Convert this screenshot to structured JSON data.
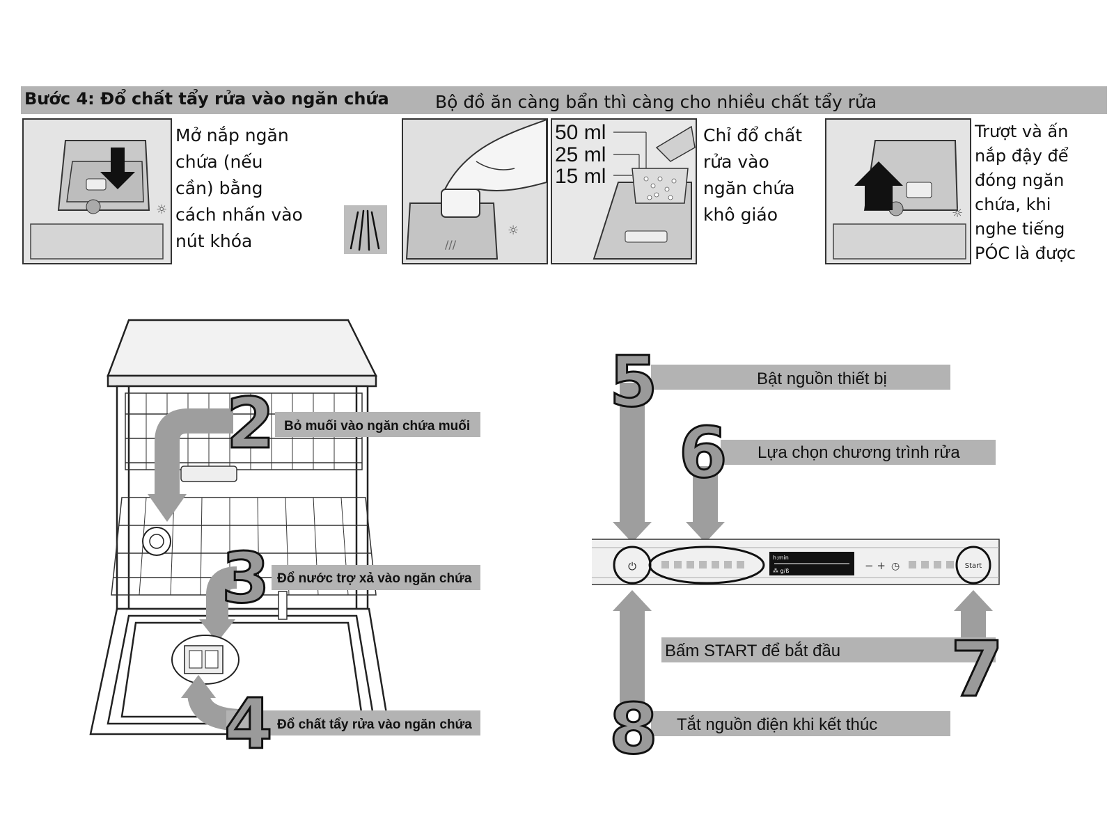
{
  "step4": {
    "title": "Bước 4: Đổ chất tẩy rửa vào ngăn chứa",
    "subtitle": "Bộ đồ ăn càng bẩn thì càng cho nhiều chất tẩy rửa",
    "panel1_lines": [
      "Mở nắp ngăn",
      "chứa (nếu",
      "cần) bằng",
      "cách nhấn vào",
      "nút khóa"
    ],
    "panel2_doses": [
      "50 ml",
      "25 ml",
      "15 ml"
    ],
    "panel2_lines": [
      "Chỉ đổ chất",
      "rửa vào",
      "ngăn chứa",
      "khô giáo"
    ],
    "panel3_lines": [
      "Trượt và ấn",
      "nắp đậy để",
      "đóng ngăn",
      "chứa, khi",
      "nghe tiếng",
      "PÓC là được"
    ]
  },
  "dishwasher": {
    "steps": [
      {
        "number": "2",
        "label": "Bỏ muối vào ngăn chứa muối"
      },
      {
        "number": "3",
        "label": "Đổ nước trợ xả vào ngăn chứa"
      },
      {
        "number": "4",
        "label": "Đổ chất tẩy rửa vào ngăn chứa"
      }
    ]
  },
  "control_panel": {
    "steps": [
      {
        "number": "5",
        "label": "Bật nguồn thiết bị"
      },
      {
        "number": "6",
        "label": "Lựa chọn chương trình rửa"
      },
      {
        "number": "7",
        "label": "Bấm START để bắt đầu"
      },
      {
        "number": "8",
        "label": "Tắt nguồn điện khi kết thúc"
      }
    ],
    "power_symbol": "⏻",
    "display_line1": "h:min",
    "display_line2": "⁂ g/ß",
    "minus_plus": "− +",
    "timer_symbol": "◷",
    "start_label": "Start"
  },
  "colors": {
    "bar": "#b3b3b3",
    "arrow": "#9e9e9e"
  }
}
